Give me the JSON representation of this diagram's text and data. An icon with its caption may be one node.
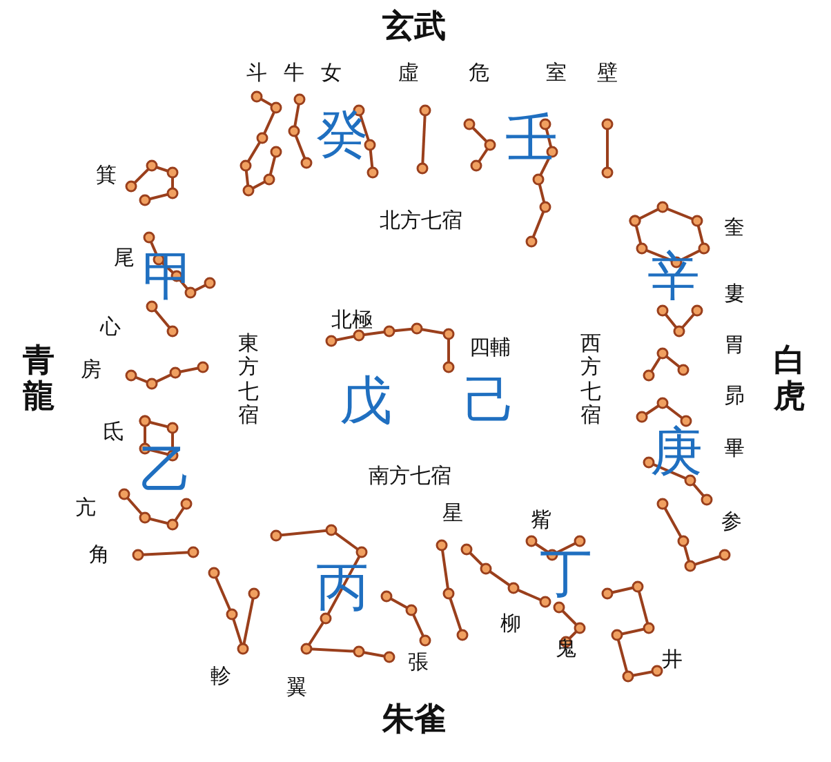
{
  "diagram": {
    "labels": [
      "玄武",
      "斗",
      "牛",
      "女",
      "虛",
      "危",
      "室",
      "壁",
      "癸",
      "壬",
      "北方七宿",
      "箕",
      "奎",
      "尾",
      "甲",
      "辛",
      "婁",
      "心",
      "北極",
      "青龍",
      "東方七宿",
      "四輔",
      "西方七宿",
      "白虎",
      "胃",
      "房",
      "戊",
      "己",
      "昴",
      "氐",
      "乙",
      "庚",
      "畢",
      "南方七宿",
      "亢",
      "星",
      "觜",
      "参",
      "角",
      "丙",
      "丁",
      "柳",
      "張",
      "鬼",
      "井",
      "軫",
      "翼",
      "朱雀"
    ]
  }
}
